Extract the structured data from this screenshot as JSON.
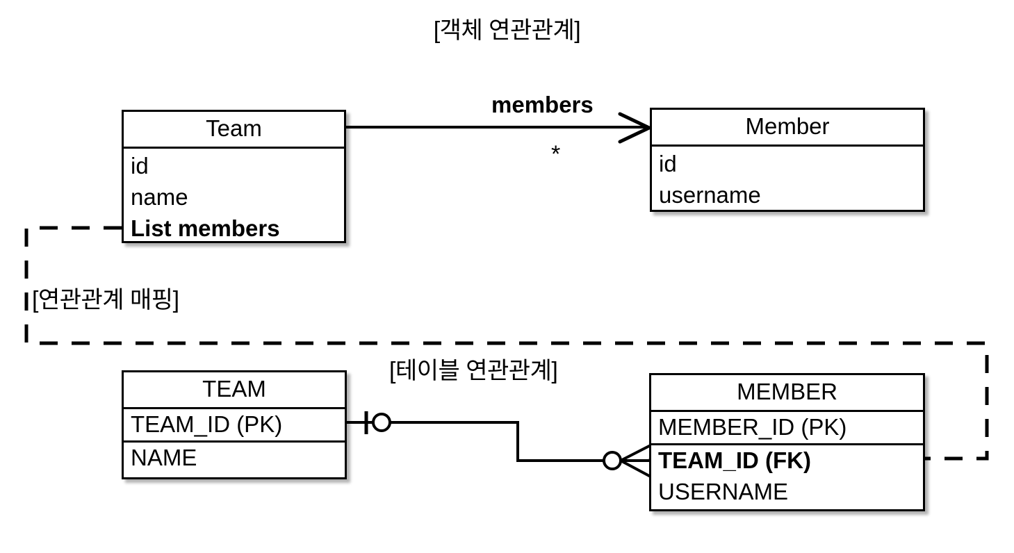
{
  "diagram": {
    "titles": {
      "object_relation": "[객체 연관관계]",
      "relation_mapping": "[연관관계 매핑]",
      "table_relation": "[테이블 연관관계]"
    },
    "colors": {
      "stroke": "#000000",
      "fill": "#FFFFFF",
      "shadow": "rgba(0,0,0,0.30)"
    }
  },
  "object_model": {
    "team_class": {
      "name": "Team",
      "attributes": [
        {
          "text": "id",
          "bold": false
        },
        {
          "text": "name",
          "bold": false
        },
        {
          "text": "List members",
          "bold": true
        }
      ]
    },
    "member_class": {
      "name": "Member",
      "attributes": [
        {
          "text": "id",
          "bold": false
        },
        {
          "text": "username",
          "bold": false
        }
      ]
    },
    "association": {
      "label": "members",
      "multiplicity": "*",
      "direction": "team-to-member",
      "arrow": "open"
    }
  },
  "table_model": {
    "team_table": {
      "name": "TEAM",
      "columns": [
        {
          "text": "TEAM_ID (PK)",
          "bold": false
        },
        {
          "text": "NAME",
          "bold": false
        }
      ]
    },
    "member_table": {
      "name": "MEMBER",
      "columns": [
        {
          "text": "MEMBER_ID (PK)",
          "bold": false
        },
        {
          "text": "TEAM_ID (FK)",
          "bold": true
        },
        {
          "text": "USERNAME",
          "bold": false
        }
      ]
    },
    "relationship": {
      "notation": "crows-foot",
      "team_end": "one-and-only-one",
      "member_end": "zero-or-many"
    }
  }
}
